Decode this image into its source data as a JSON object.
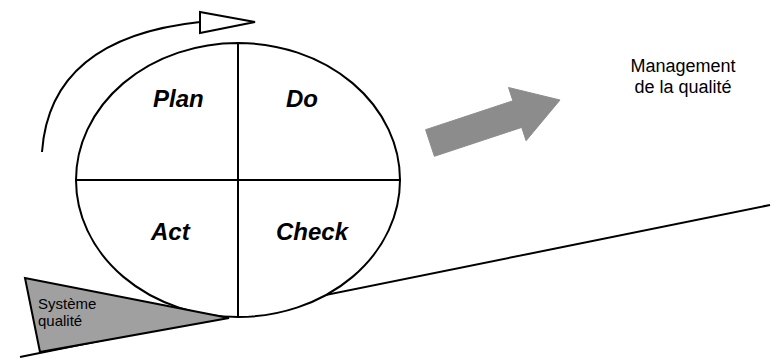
{
  "diagram": {
    "nodes": [
      {
        "text": [
          "Plan"
        ]
      },
      {
        "text": [
          "Do"
        ]
      },
      {
        "text": [
          "Act"
        ]
      },
      {
        "text": [
          "Check"
        ]
      },
      {
        "text": [
          "Système qualité"
        ]
      }
    ],
    "labels": [
      "Management de la qualité"
    ]
  }
}
